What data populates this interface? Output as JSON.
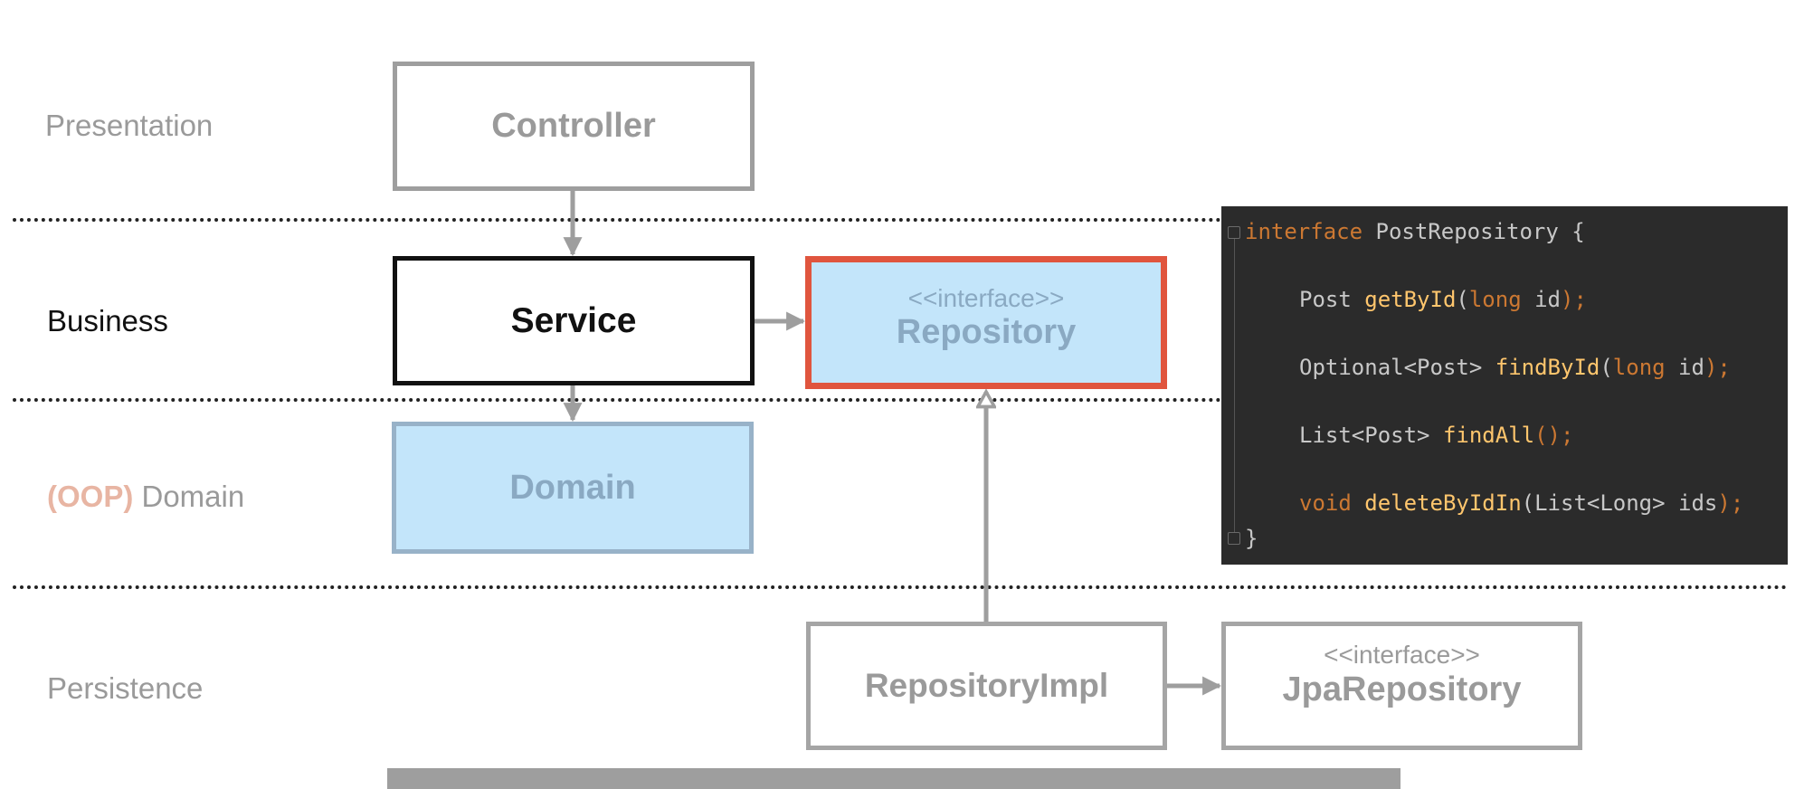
{
  "layers": {
    "presentation": "Presentation",
    "business": "Business",
    "domain_prefix": "(OOP)",
    "domain": "Domain",
    "persistence": "Persistence"
  },
  "boxes": {
    "controller": "Controller",
    "service": "Service",
    "domain": "Domain",
    "repository": {
      "stereotype": "<<interface>>",
      "name": "Repository"
    },
    "repository_impl": "RepositoryImpl",
    "jpa_repository": {
      "stereotype": "<<interface>>",
      "name": "JpaRepository"
    }
  },
  "code": {
    "line1": {
      "keyword": "interface",
      "rest": " PostRepository {"
    },
    "line2": {
      "type": "Post ",
      "method": "getById",
      "open": "(",
      "kw": "long",
      "arg": " id",
      "close": ");"
    },
    "line3": {
      "type": "Optional<Post> ",
      "method": "findById",
      "open": "(",
      "kw": "long",
      "arg": " id",
      "close": ");"
    },
    "line4": {
      "type": "List<Post> ",
      "method": "findAll",
      "close": "();"
    },
    "line5": {
      "keyword": "void ",
      "method": "deleteByIdIn",
      "args": "(List<Long> ids",
      "close": ");"
    },
    "line6": "}"
  },
  "colors": {
    "highlight_border": "#e0553e",
    "interface_fill": "#c3e5fa",
    "code_background": "#2b2b2b",
    "code_keyword": "#cc7832",
    "code_method": "#ffc66d"
  }
}
